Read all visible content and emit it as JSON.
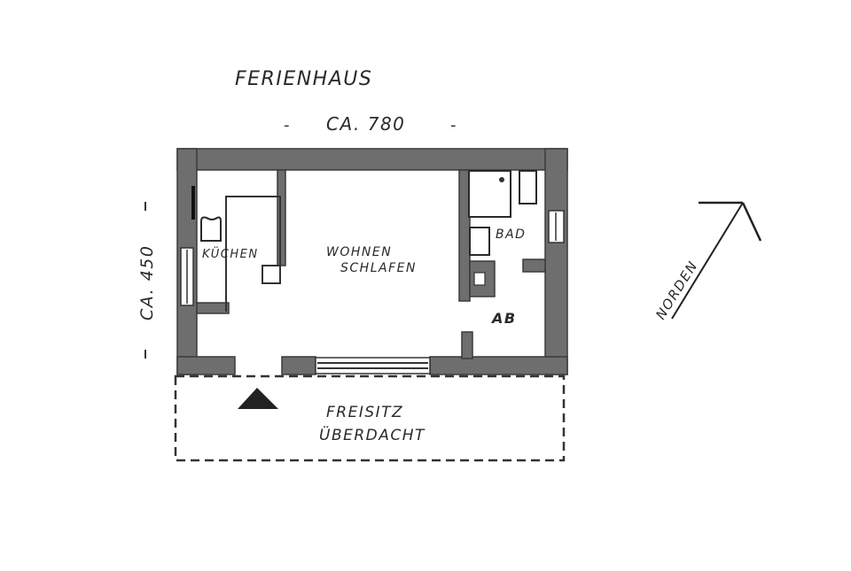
{
  "title": "FERIENHAUS",
  "dimensions": {
    "width_label": "CA. 780",
    "height_label": "CA. 450",
    "dash": "-"
  },
  "rooms": [
    {
      "id": "kuche",
      "label": "KÜCHEN"
    },
    {
      "id": "wohnen",
      "label_line1": "WOHNEN",
      "label_line2": "SCHLAFEN"
    },
    {
      "id": "bad",
      "label": "BAD"
    },
    {
      "id": "ab",
      "label": "AB"
    }
  ],
  "terrace": {
    "label_line1": "FREISITZ",
    "label_line2": "ÜBERDACHT"
  },
  "north_arrow": {
    "label": "NORDEN"
  },
  "entrance_marker": "entrance-triangle",
  "colors": {
    "wall": "#6e6e6e",
    "ink": "#2a2a2a",
    "paper": "#ffffff"
  }
}
